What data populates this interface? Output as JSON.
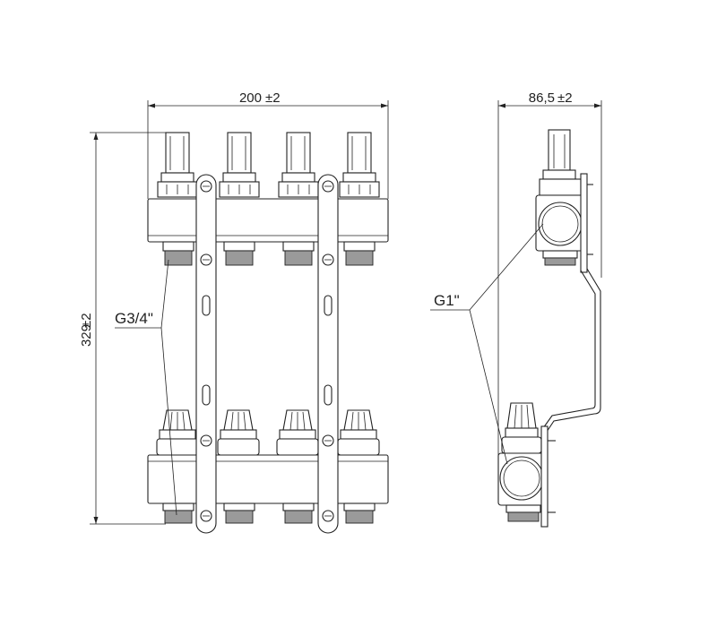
{
  "dimensions": {
    "front_width": "200",
    "front_width_tol": "±2",
    "height": "329",
    "height_tol": "±2",
    "side_width": "86,5",
    "side_width_tol": "±2"
  },
  "callouts": {
    "outlet_thread": "G3/4\"",
    "main_thread": "G1\""
  }
}
